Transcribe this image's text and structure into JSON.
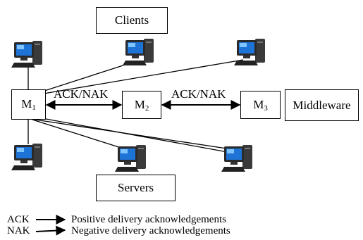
{
  "labels": {
    "clients": "Clients",
    "servers": "Servers",
    "middleware": "Middleware",
    "m1": "M",
    "m1_sub": "1",
    "m2": "M",
    "m2_sub": "2",
    "m3": "M",
    "m3_sub": "3",
    "ack_nak_1": "ACK/NAK",
    "ack_nak_2": "ACK/NAK"
  },
  "legend": [
    {
      "abbr": "ACK",
      "text": "Positive delivery acknowledgements"
    },
    {
      "abbr": "NAK",
      "text": "Negative delivery acknowledgements"
    }
  ],
  "colors": {
    "screen": "#1e74d6",
    "screen_highlight": "#7fc4ff",
    "case": "#3a3a3a",
    "line": "#000000"
  },
  "icons": {
    "computer": "desktop-computer-icon"
  }
}
